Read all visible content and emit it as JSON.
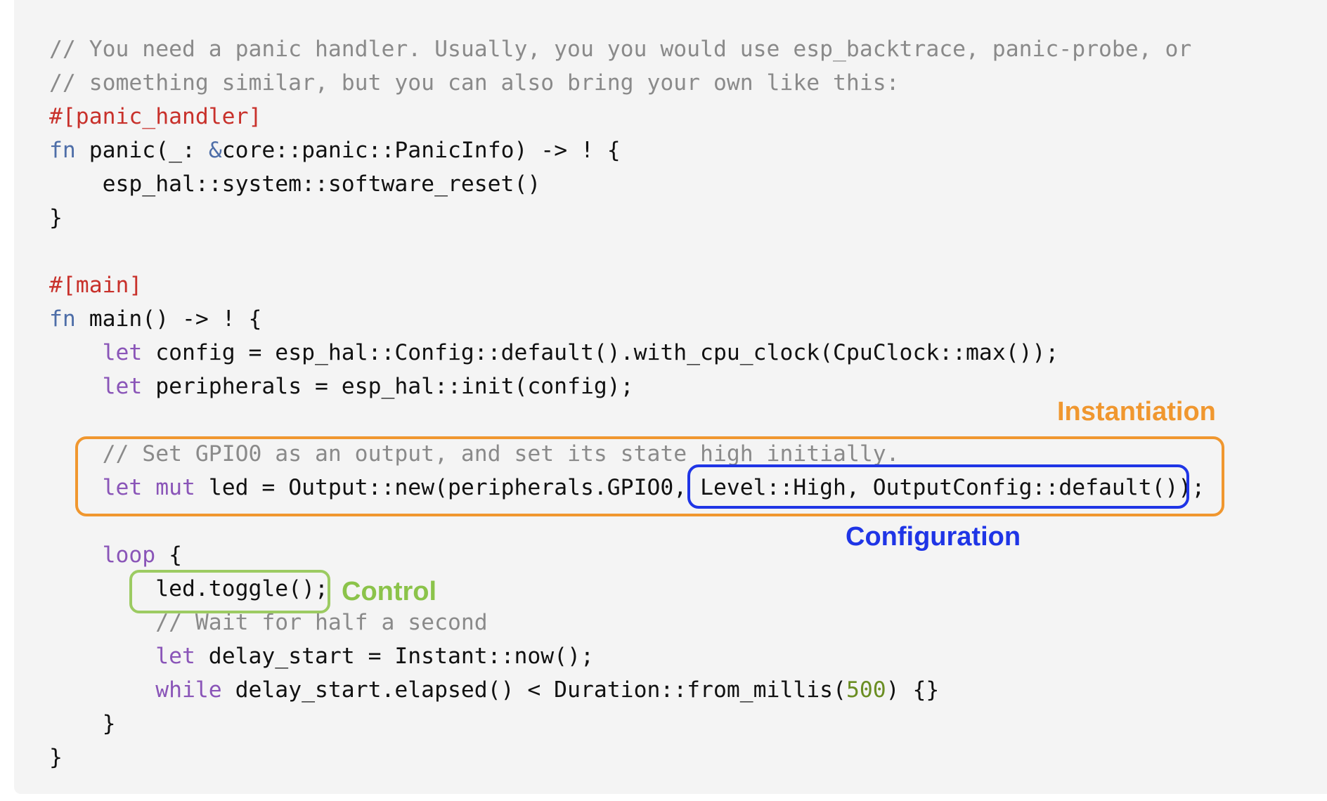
{
  "code": {
    "lines": [
      [
        {
          "t": "// You need a panic handler. Usually, you you would use esp_backtrace, panic-probe, or",
          "c": "cm"
        }
      ],
      [
        {
          "t": "// something similar, but you can also bring your own like this:",
          "c": "cm"
        }
      ],
      [
        {
          "t": "#[panic_handler]",
          "c": "attr"
        }
      ],
      [
        {
          "t": "fn",
          "c": "kw"
        },
        {
          "t": " panic(_: "
        },
        {
          "t": "&",
          "c": "kw"
        },
        {
          "t": "core::panic::PanicInfo) -> ! {"
        }
      ],
      [
        {
          "t": "    esp_hal::system::software_reset()"
        }
      ],
      [
        {
          "t": "}"
        }
      ],
      [
        {
          "t": ""
        }
      ],
      [
        {
          "t": "#[main]",
          "c": "attr"
        }
      ],
      [
        {
          "t": "fn",
          "c": "kw"
        },
        {
          "t": " main() -> ! {"
        }
      ],
      [
        {
          "t": "    "
        },
        {
          "t": "let",
          "c": "kw2"
        },
        {
          "t": " config = esp_hal::Config::default().with_cpu_clock(CpuClock::max());"
        }
      ],
      [
        {
          "t": "    "
        },
        {
          "t": "let",
          "c": "kw2"
        },
        {
          "t": " peripherals = esp_hal::init(config);"
        }
      ],
      [
        {
          "t": ""
        }
      ],
      [
        {
          "t": "    "
        },
        {
          "t": "// Set GPIO0 as an output, and set its state high initially.",
          "c": "cm"
        }
      ],
      [
        {
          "t": "    "
        },
        {
          "t": "let",
          "c": "kw2"
        },
        {
          "t": " "
        },
        {
          "t": "mut",
          "c": "kw2"
        },
        {
          "t": " led = Output::new(peripherals.GPIO0, Level::High, OutputConfig::default());"
        }
      ],
      [
        {
          "t": ""
        }
      ],
      [
        {
          "t": "    "
        },
        {
          "t": "loop",
          "c": "kw2"
        },
        {
          "t": " {"
        }
      ],
      [
        {
          "t": "        led.toggle();"
        }
      ],
      [
        {
          "t": "        "
        },
        {
          "t": "// Wait for half a second",
          "c": "cm"
        }
      ],
      [
        {
          "t": "        "
        },
        {
          "t": "let",
          "c": "kw2"
        },
        {
          "t": " delay_start = Instant::now();"
        }
      ],
      [
        {
          "t": "        "
        },
        {
          "t": "while",
          "c": "kw2"
        },
        {
          "t": " delay_start.elapsed() < Duration::from_millis("
        },
        {
          "t": "500",
          "c": "num"
        },
        {
          "t": ") {}"
        }
      ],
      [
        {
          "t": "    }"
        }
      ],
      [
        {
          "t": "}"
        }
      ]
    ]
  },
  "annotations": {
    "instantiation": "Instantiation",
    "configuration": "Configuration",
    "control": "Control"
  },
  "colors": {
    "instantiation": "#f0972f",
    "configuration": "#1f35e6",
    "control": "#9ccb62"
  }
}
